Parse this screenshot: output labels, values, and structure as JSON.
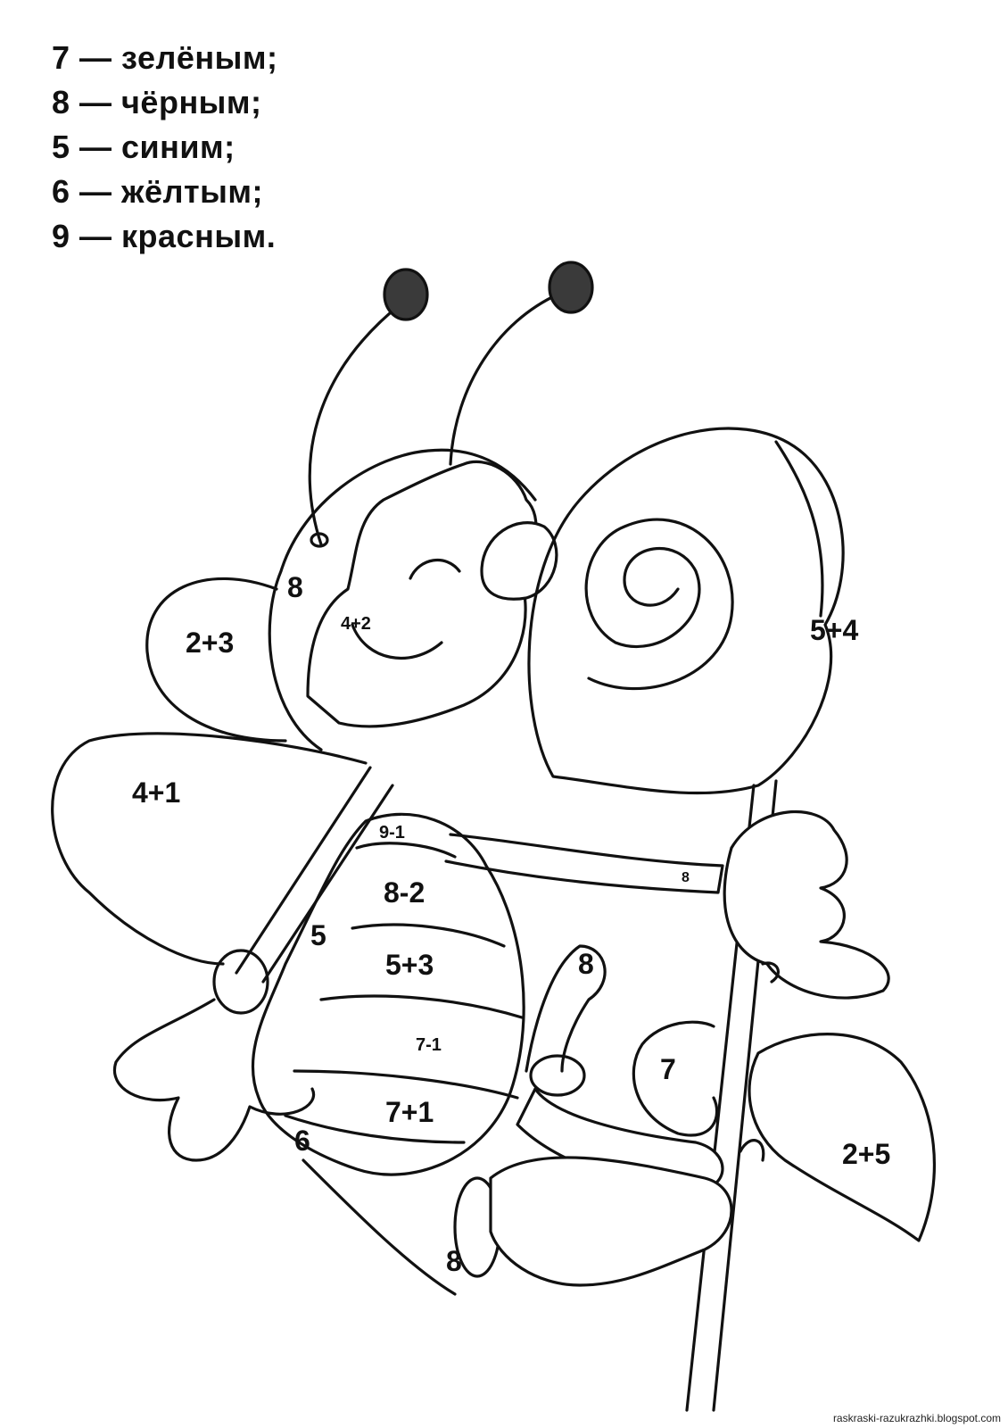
{
  "legend": [
    "7 — зелёным;",
    "8 — чёрным;",
    "5 — синим;",
    "6 — жёлтым;",
    "9 — красным."
  ],
  "region_labels": {
    "head": "8",
    "face": "4+2",
    "back_wing_upper": "2+3",
    "front_wing": "4+1",
    "lollipop": "5+4",
    "stick_band": "8",
    "arm": "5",
    "stripe_1": "9-1",
    "stripe_2": "8-2",
    "stripe_3": "5+3",
    "stripe_4": "7-1",
    "stripe_5": "7+1",
    "tail": "6",
    "hand_right": "8",
    "shoe_cuff": "8",
    "small_leaf": "7",
    "big_leaf": "2+5"
  },
  "footer": "raskraski-razukrazhki.blogspot.com"
}
